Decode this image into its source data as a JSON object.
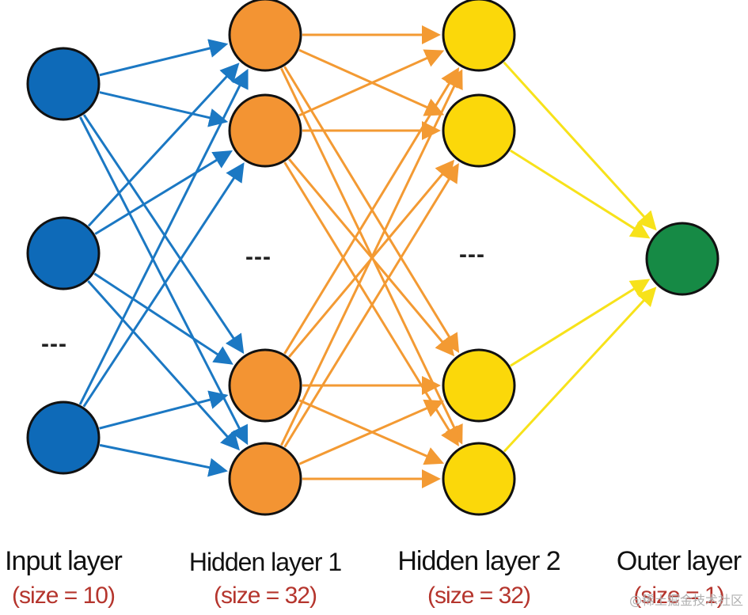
{
  "layers": [
    {
      "title": "Input layer",
      "size": "(size = 10)",
      "color": "#0e6ab8"
    },
    {
      "title": "Hidden layer 1",
      "size": "(size = 32)",
      "color": "#f39433"
    },
    {
      "title": "Hidden layer 2",
      "size": "(size = 32)",
      "color": "#fbd80a"
    },
    {
      "title": "Outer layer",
      "size": "(size = 1)",
      "color": "#168a45"
    }
  ],
  "ellipsis": "---",
  "edge_colors": {
    "input_to_h1": "#1b78c3",
    "h1_to_h2": "#f39a33",
    "h2_to_out": "#f7e21a"
  },
  "watermark": "@稀土掘金技术社区"
}
